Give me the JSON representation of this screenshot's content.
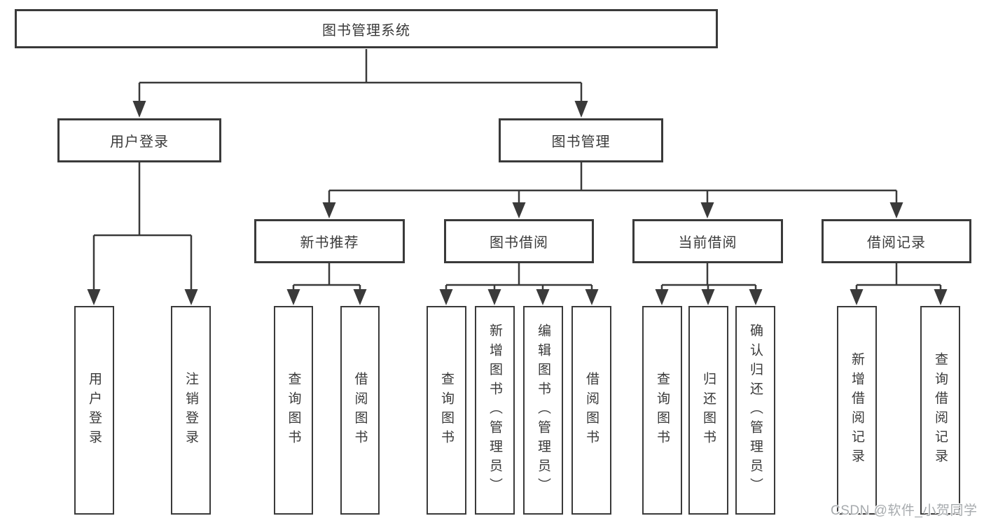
{
  "tree": {
    "root": {
      "label": "图书管理系统"
    },
    "branches": [
      {
        "label": "用户登录",
        "children": [
          {
            "label": "用户登录"
          },
          {
            "label": "注销登录"
          }
        ]
      },
      {
        "label": "图书管理",
        "groups": [
          {
            "label": "新书推荐",
            "children": [
              {
                "label": "查询图书"
              },
              {
                "label": "借阅图书"
              }
            ]
          },
          {
            "label": "图书借阅",
            "children": [
              {
                "label": "查询图书"
              },
              {
                "label": "新增图书（管理员）"
              },
              {
                "label": "编辑图书（管理员）"
              },
              {
                "label": "借阅图书"
              }
            ]
          },
          {
            "label": "当前借阅",
            "children": [
              {
                "label": "查询图书"
              },
              {
                "label": "归还图书"
              },
              {
                "label": "确认归还（管理员）"
              }
            ]
          },
          {
            "label": "借阅记录",
            "children": [
              {
                "label": "新增借阅记录"
              },
              {
                "label": "查询借阅记录"
              }
            ]
          }
        ]
      }
    ]
  },
  "watermark": {
    "text": "CSDN @软件_小贺同学"
  },
  "colors": {
    "line": "#3a3a3a",
    "text": "#3a3a3a",
    "background": "#ffffff",
    "watermark": "#a7abae"
  }
}
